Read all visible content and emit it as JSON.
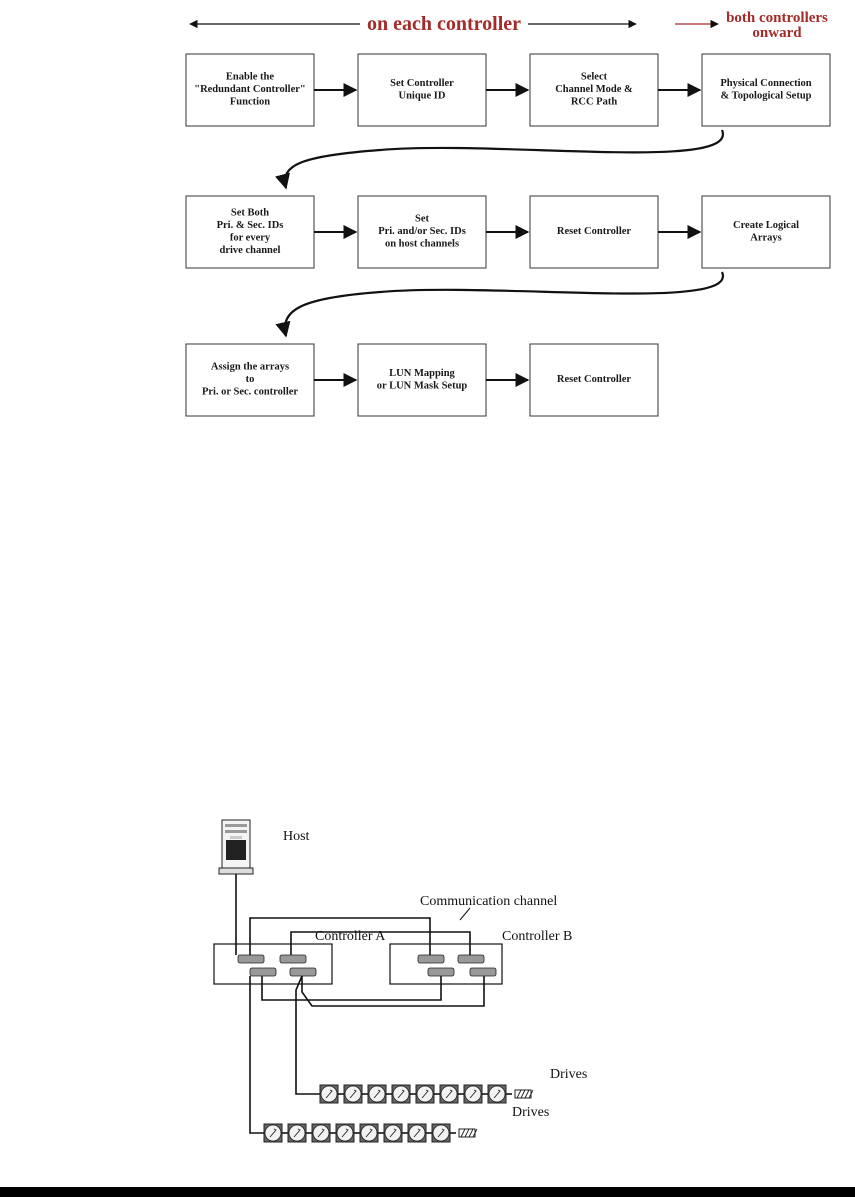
{
  "flow": {
    "header_left": "on each controller",
    "header_right_line1": "both controllers",
    "header_right_line2": "onward",
    "rows": [
      [
        {
          "lines": [
            "Enable the",
            "\"Redundant Controller\"",
            "Function"
          ]
        },
        {
          "lines": [
            "Set Controller",
            "Unique ID"
          ]
        },
        {
          "lines": [
            "Select",
            "Channel Mode &",
            "RCC Path"
          ]
        },
        {
          "lines": [
            "Physical Connection",
            "& Topological Setup"
          ]
        }
      ],
      [
        {
          "lines": [
            "Set Both",
            "Pri. & Sec. IDs",
            "for every",
            "drive channel"
          ]
        },
        {
          "lines": [
            "Set",
            "Pri. and/or Sec. IDs",
            "on host channels"
          ]
        },
        {
          "lines": [
            "Reset Controller"
          ]
        },
        {
          "lines": [
            "Create Logical",
            "Arrays"
          ]
        }
      ],
      [
        {
          "lines": [
            "Assign the arrays",
            "to",
            "Pri. or Sec. controller"
          ]
        },
        {
          "lines": [
            "LUN Mapping",
            "or LUN Mask Setup"
          ]
        },
        {
          "lines": [
            "Reset Controller"
          ]
        }
      ]
    ]
  },
  "topology": {
    "host_label": "Host",
    "comm_label": "Communication channel",
    "controller_a_label": "Controller A",
    "controller_b_label": "Controller B",
    "drives_upper_label": "Drives",
    "drives_lower_label": "Drives",
    "upper_drive_count": 8,
    "lower_drive_count": 8
  }
}
